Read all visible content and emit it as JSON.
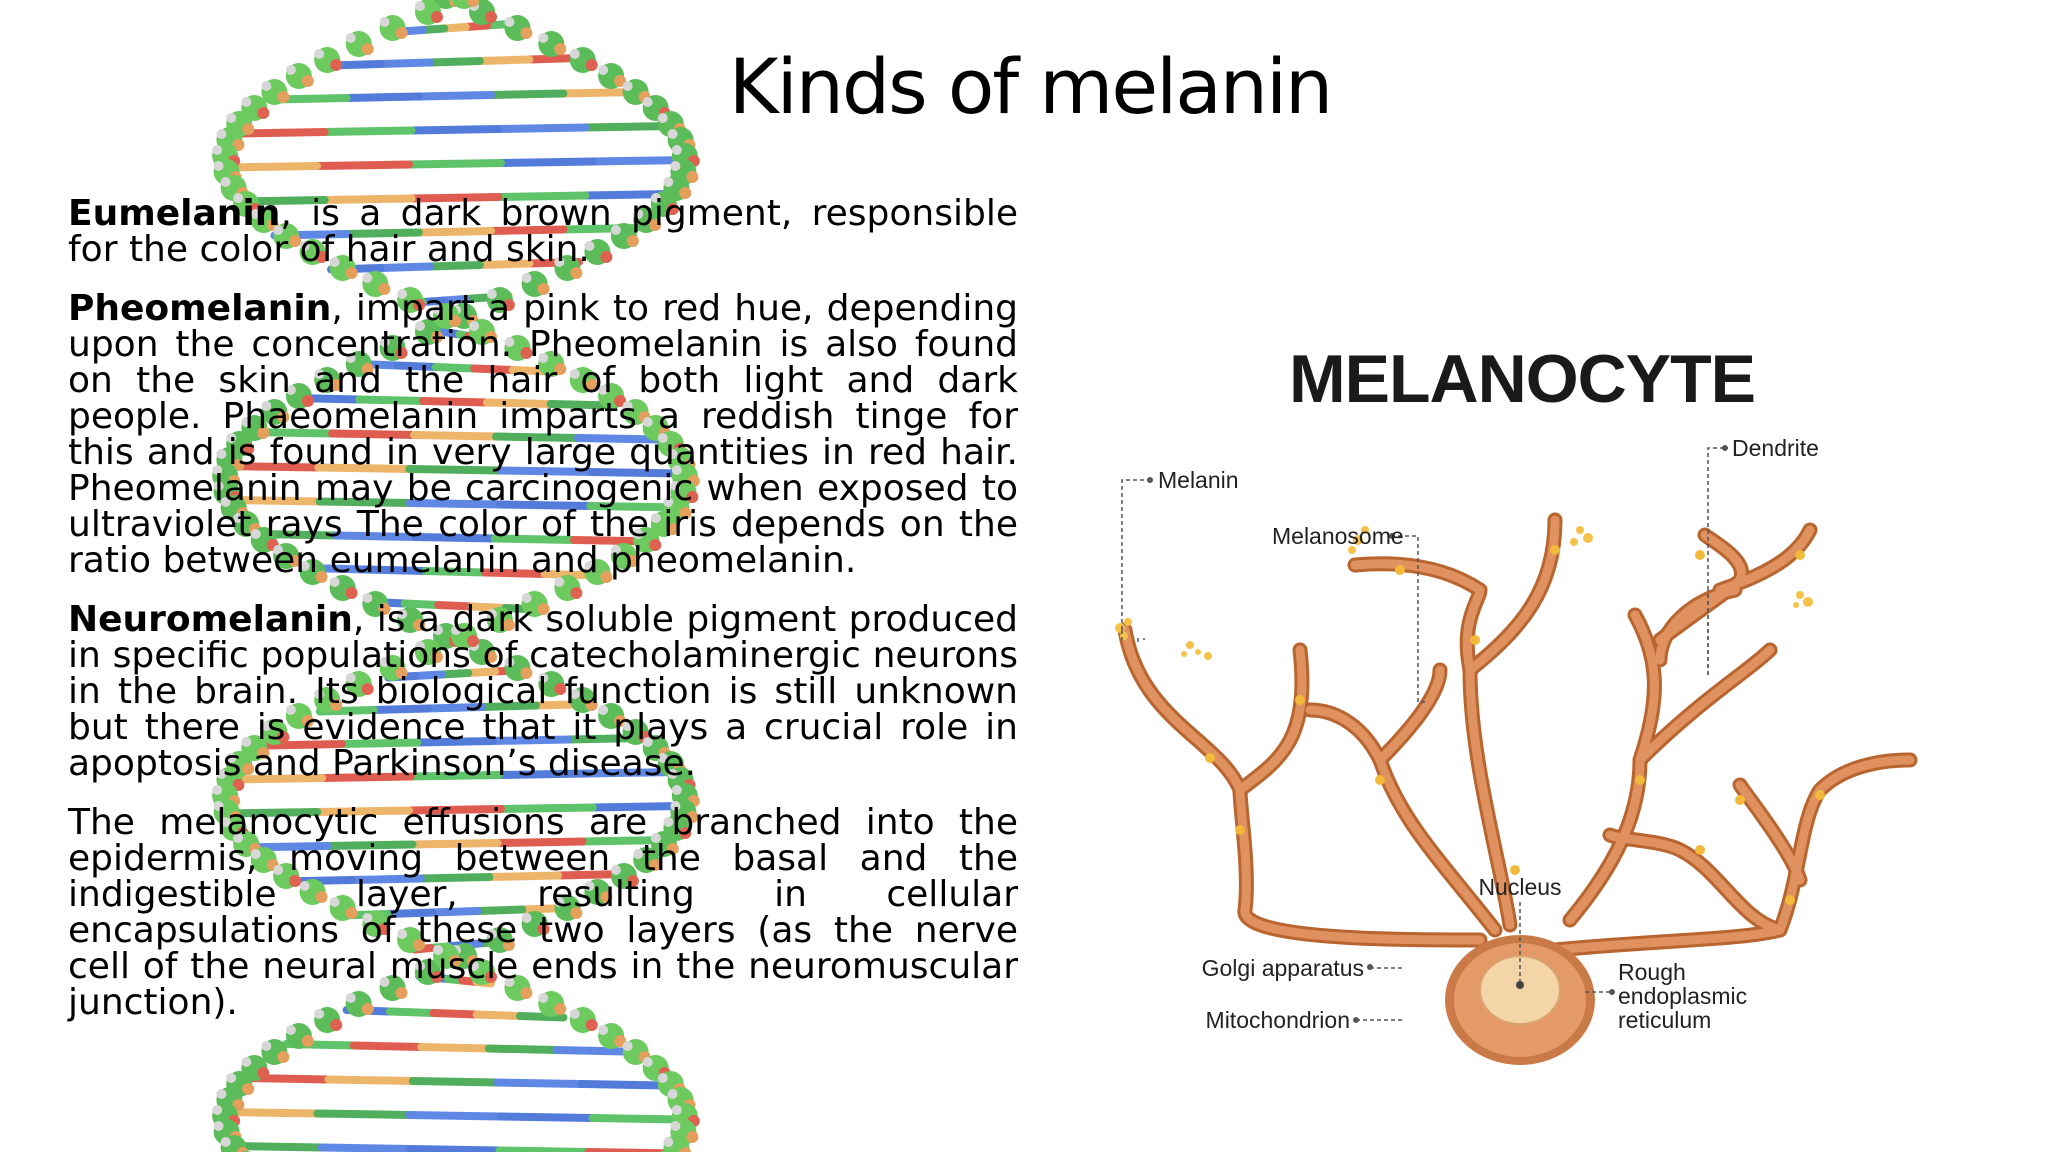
{
  "slide": {
    "title": "Kinds of melanin",
    "paragraphs": [
      {
        "term": "Eumelanin",
        "text": ", is a dark brown pigment, responsible for the color of hair and skin."
      },
      {
        "term": "Pheomelanin",
        "text": ", impart a pink to red hue, depending upon the concentration. Pheomelanin is also found on the skin and the hair of both light and dark people. Phaeomelanin imparts a reddish tinge for this and is found in very large quantities in red hair. Pheomelanin may be carcinogenic when exposed to ultraviolet rays The color of the iris depends on the ratio between eumelanin and pheomelanin."
      },
      {
        "term": "Neuromelanin",
        "text": ", is a dark soluble pigment produced in specific populations of catecholaminergic neurons in the brain. Its biological function is still unknown but there is evidence that it plays a crucial role in apoptosis and Parkinson’s disease."
      },
      {
        "term": "",
        "text": "The melanocytic effusions are branched into the epidermis, moving between the basal and the indigestible layer, resulting in cellular encapsulations of these two layers (as the nerve cell of the neural muscle ends in the neuromuscular junction)."
      }
    ]
  },
  "diagram": {
    "heading": "MELANOCYTE",
    "labels": {
      "melanin": "Melanin",
      "melanosome": "Melanosome",
      "dendrite": "Dendrite",
      "nucleus": "Nucleus",
      "golgi": "Golgi apparatus",
      "mitochondrion": "Mitochondrion",
      "rer1": "Rough",
      "rer2": "endoplasmic",
      "rer3": "reticulum"
    },
    "colors": {
      "cell": "#d9895a",
      "cell_dark": "#b8652f",
      "melanin": "#f2b93b",
      "nucleus": "#f3d5a8"
    }
  }
}
